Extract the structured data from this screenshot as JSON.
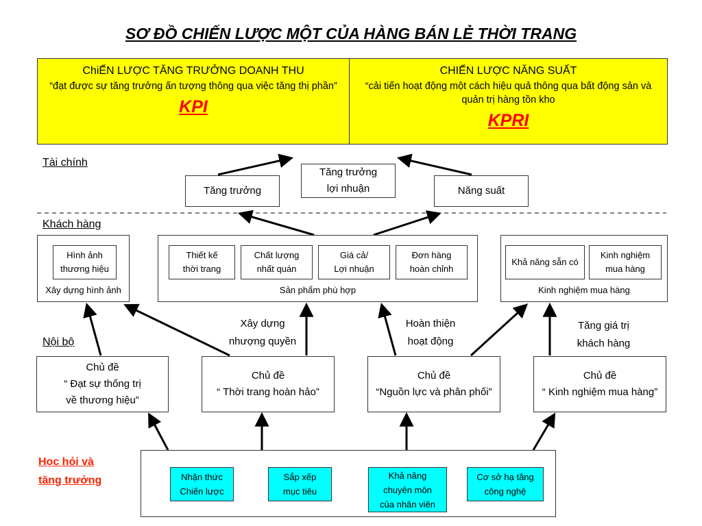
{
  "title": "SƠ ĐỒ CHIẾN LƯỢC MỘT CỦA HÀNG BÁN LẺ THỜI TRANG",
  "strategies": {
    "growth": {
      "heading": "ChiẾN LƯỢC TĂNG TRƯỞNG DOANH THU",
      "quote": "“đạt được sự tăng trưởng ấn tượng thông qua việc tăng thị phần”",
      "kpi": "KPI"
    },
    "productivity": {
      "heading": "CHIẾN LƯỢC NĂNG SUẤT",
      "quote": "“cải tiến hoạt động một cách hiệu quả thông qua bất động sản và quản trị hàng tồn kho",
      "kpi": "KPRI"
    }
  },
  "sections": {
    "finance": "Tài chính",
    "customer": "Khách hàng",
    "internal": "Nội bộ",
    "learning": "Học hỏi và\n tăng trưởng"
  },
  "finance": {
    "growth": "Tăng trưởng",
    "profit_growth": "Tăng trưởng\nlợi nhuận",
    "productivity": "Năng suất"
  },
  "customer": {
    "image_group": {
      "caption": "Xây dựng hình ảnh",
      "items": [
        "Hình ảnh\nthương hiệu"
      ]
    },
    "product_group": {
      "caption": "Sản phẩm phù hợp",
      "items": [
        "Thiết kế\nthời trang",
        "Chất lượng\nnhất quán",
        "Giá cả/\nLợi nhuận",
        "Đơn hàng\nhoàn chỉnh"
      ]
    },
    "experience_group": {
      "caption": "Kinh nghiệm mua hàng",
      "items": [
        "Khả năng sẵn có",
        "Kinh nghiệm\nmua hàng"
      ]
    }
  },
  "arrow_labels": {
    "franchise": "Xây dựng\nnhượng quyền",
    "operations": "Hoàn thiện\nhoạt động",
    "customer_value": "Tăng giá trị\nkhách hàng"
  },
  "internal_themes": [
    "Chủ đề\n“ Đạt sự thống trị\nvề thương hiệu”",
    "Chủ đề\n“ Thời trang hoàn hảo”",
    "Chủ đề\n“Nguồn lực và phân phối”",
    "Chủ đề\n“ Kinh nghiệm mua hàng”"
  ],
  "learning_items": [
    "Nhận thức\nChiến lược",
    "Sắp xếp\nmục tiêu",
    "Khả năng\nchuyên môn\ncủa nhân viên",
    "Cơ sở hạ tầng\ncông nghệ"
  ],
  "colors": {
    "strategy_fill": "#ffff00",
    "kpi_text": "#ff0000",
    "learning_fill": "#00ffff",
    "learning_label": "#ff2200"
  }
}
